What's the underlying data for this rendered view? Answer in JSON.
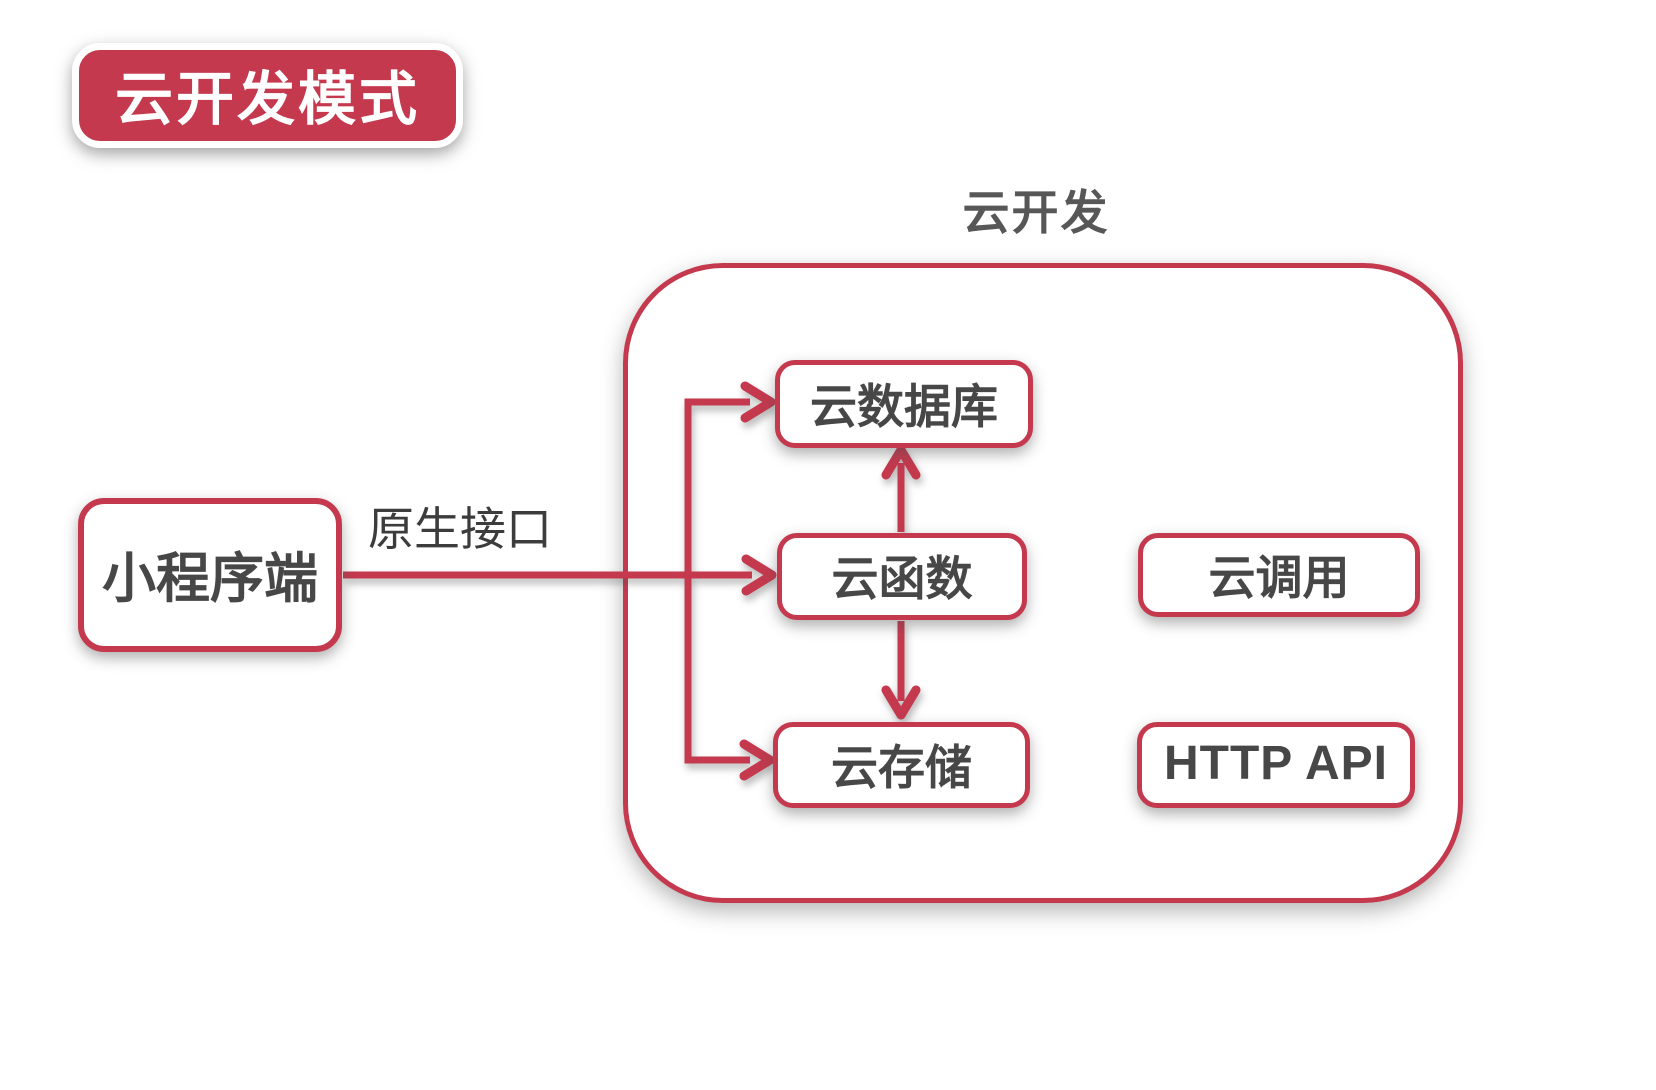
{
  "colors": {
    "accent_red": "#C4394E",
    "node_text": "#474747",
    "container_label_text": "#575757",
    "edge_label_text": "#3C3C3C",
    "badge_text": "#FFFFFF",
    "background": "#FFFFFF"
  },
  "badge": {
    "label": "云开发模式"
  },
  "cloud_container": {
    "label": "云开发"
  },
  "nodes": {
    "mini_program": {
      "label": "小程序端"
    },
    "cloud_database": {
      "label": "云数据库"
    },
    "cloud_function": {
      "label": "云函数"
    },
    "cloud_storage": {
      "label": "云存储"
    },
    "cloud_call": {
      "label": "云调用"
    },
    "http_api": {
      "label": "HTTP API"
    }
  },
  "edges": {
    "native_interface": {
      "label": "原生接口"
    },
    "connections": [
      {
        "from": "mini_program",
        "to": "cloud_function",
        "label": "原生接口"
      },
      {
        "from": "mini_program",
        "to": "cloud_database"
      },
      {
        "from": "mini_program",
        "to": "cloud_storage"
      },
      {
        "from": "cloud_function",
        "to": "cloud_database"
      },
      {
        "from": "cloud_function",
        "to": "cloud_storage"
      }
    ]
  }
}
